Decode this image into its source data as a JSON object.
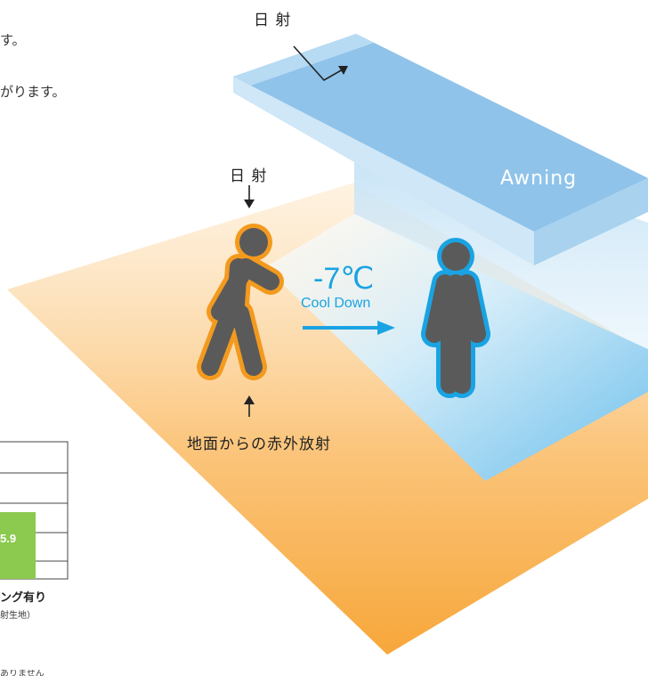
{
  "intro_lines": [
    "す。",
    "がります。"
  ],
  "labels": {
    "sun_top": "日 射",
    "sun_mid": "日 射",
    "awning": "Awning",
    "temp_change": "-7℃",
    "cool_down": "Cool Down",
    "ground_ir": "地面からの赤外放射"
  },
  "chart_data": {
    "type": "bar",
    "categories": [
      "ング有り"
    ],
    "category_note": "射生地）",
    "values": [
      5.9
    ],
    "value_labels": [
      "5.9"
    ],
    "bar_color": "#8cc94f"
  },
  "footnote": "ありません",
  "colors": {
    "awning_top": "#8fc3ea",
    "awning_side": "#cfe7f7",
    "ground_hot": "#f9b04a",
    "ground_shade": "#7cc6ee",
    "person_hot_outline": "#f39a1e",
    "person_cool_outline": "#1aa3e3",
    "person_fill": "#5a5a5a",
    "accent_blue": "#1aa3e3"
  },
  "icons": [
    "sun-ray-arrow",
    "down-arrow-icon",
    "up-arrow-icon",
    "right-arrow-icon",
    "walking-person-icon",
    "standing-person-icon"
  ]
}
